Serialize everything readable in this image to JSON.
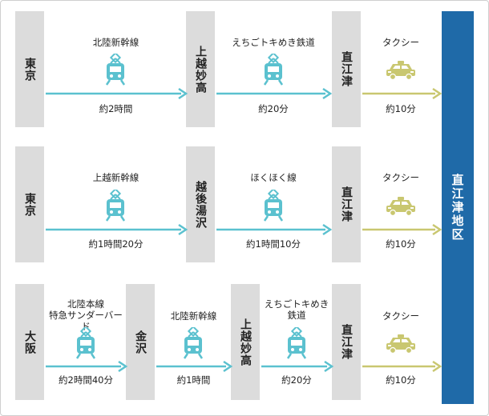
{
  "colors": {
    "train": "#5bc1cf",
    "taxi": "#c9c770",
    "box": "#dcdcdc",
    "destination": "#1f6aa8"
  },
  "destination": "直江津地区",
  "routes": [
    {
      "stations": [
        "東京",
        "上越妙高",
        "直江津"
      ],
      "legs": [
        {
          "line": "北陸新幹線",
          "time": "約2時間",
          "icon": "train-icon"
        },
        {
          "line": "えちごトキめき鉄道",
          "time": "約20分",
          "icon": "train-icon"
        },
        {
          "line": "タクシー",
          "time": "約10分",
          "icon": "taxi-icon"
        }
      ]
    },
    {
      "stations": [
        "東京",
        "越後湯沢",
        "直江津"
      ],
      "legs": [
        {
          "line": "上越新幹線",
          "time": "約1時間20分",
          "icon": "train-icon"
        },
        {
          "line": "ほくほく線",
          "time": "約1時間10分",
          "icon": "train-icon"
        },
        {
          "line": "タクシー",
          "time": "約10分",
          "icon": "taxi-icon"
        }
      ]
    },
    {
      "stations": [
        "大阪",
        "金沢",
        "上越妙高",
        "直江津"
      ],
      "legs": [
        {
          "line": "北陸本線\n特急サンダーバード",
          "time": "約2時間40分",
          "icon": "train-icon"
        },
        {
          "line": "北陸新幹線",
          "time": "約1時間",
          "icon": "train-icon"
        },
        {
          "line": "えちごトキめき\n鉄道",
          "time": "約20分",
          "icon": "train-icon"
        },
        {
          "line": "タクシー",
          "time": "約10分",
          "icon": "taxi-icon"
        }
      ]
    }
  ]
}
